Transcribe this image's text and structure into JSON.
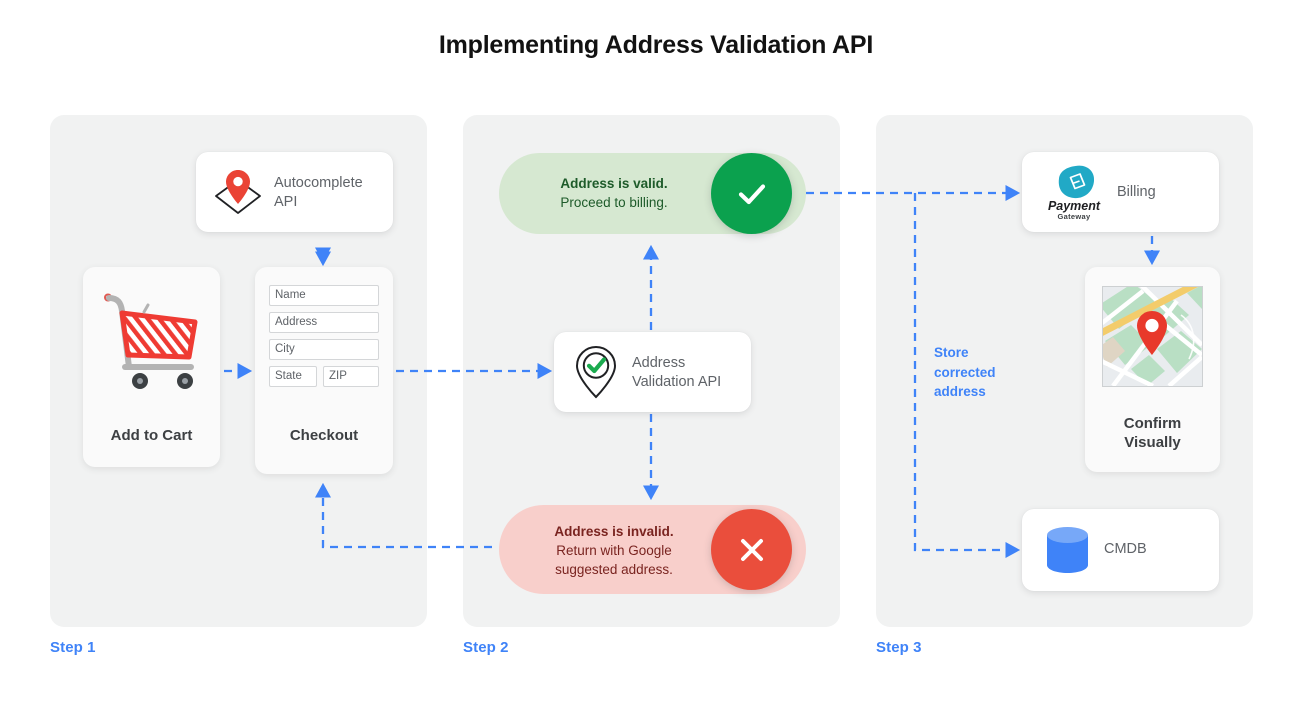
{
  "page": {
    "title": "Implementing Address Validation API",
    "accent_blue": "#3f83f8",
    "panel_bg": "#f1f2f2",
    "page_bg": "#ffffff"
  },
  "steps": [
    {
      "label": "Step 1"
    },
    {
      "label": "Step 2"
    },
    {
      "label": "Step 3"
    }
  ],
  "step1": {
    "autocomplete": {
      "icon": "map-pin-diamond-icon",
      "label": "Autocomplete\nAPI"
    },
    "cart": {
      "icon": "shopping-cart-icon",
      "caption": "Add to Cart"
    },
    "checkout": {
      "caption": "Checkout",
      "fields": [
        {
          "name": "name",
          "placeholder": "Name"
        },
        {
          "name": "address",
          "placeholder": "Address"
        },
        {
          "name": "city",
          "placeholder": "City"
        },
        {
          "name": "state",
          "placeholder": "State"
        },
        {
          "name": "zip",
          "placeholder": "ZIP"
        }
      ]
    }
  },
  "step2": {
    "valid_banner": {
      "strong": "Address is valid.",
      "detail": "Proceed to billing.",
      "bg_color": "#d6e8d1",
      "text_color": "#1e5b2a",
      "circle_color": "#0ba14e",
      "icon": "check-icon"
    },
    "invalid_banner": {
      "strong": "Address is invalid.",
      "detail": "Return with Google\nsuggested address.",
      "bg_color": "#f8cfcb",
      "text_color": "#7a2420",
      "circle_color": "#ea4e3c",
      "icon": "close-icon"
    },
    "validation_api": {
      "icon": "pin-check-icon",
      "label": "Address\nValidation API"
    }
  },
  "step3": {
    "billing": {
      "icon": "payment-gateway-logo",
      "logo_primary_text": "Payment",
      "logo_secondary_text": "Gateway",
      "logo_color": "#21a9c6",
      "label": "Billing"
    },
    "confirm": {
      "icon": "map-thumbnail",
      "caption": "Confirm\nVisually"
    },
    "cmdb": {
      "icon": "database-icon",
      "label": "CMDB",
      "icon_color": "#3f83f8"
    },
    "store_note": "Store\ncorrected\naddress"
  }
}
